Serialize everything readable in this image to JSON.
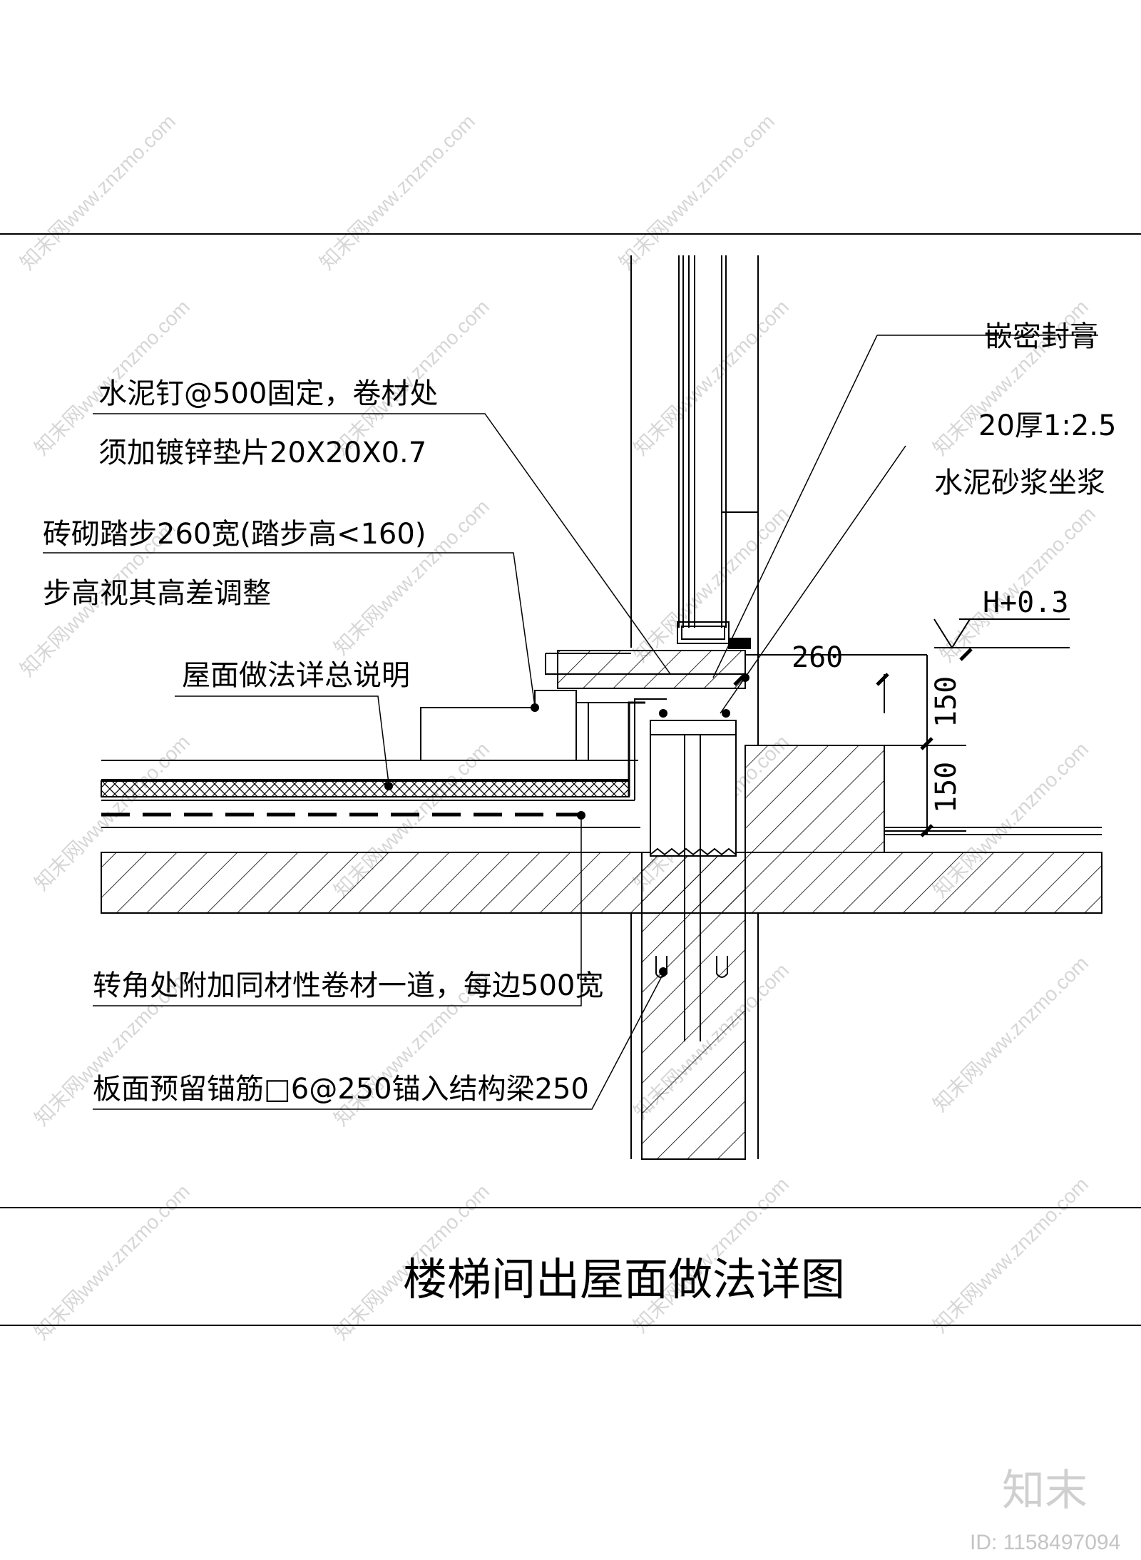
{
  "drawing": {
    "title": "楼梯间出屋面做法详图",
    "labels": {
      "cement_nail_1": "水泥钉@500固定，卷材处",
      "cement_nail_2": "须加镀锌垫片20X20X0.7",
      "brick_step_1": "砖砌踏步260宽(踏步高<160)",
      "brick_step_2": "步高视其高差调整",
      "roof_spec": "屋面做法详总说明",
      "sealant": "嵌密封膏",
      "mortar_1": "20厚1:2.5",
      "mortar_2": "水泥砂浆坐浆",
      "corner_membrane": "转角处附加同材性卷材一道，每边500宽",
      "anchor_bar": "板面预留锚筋□6@250锚入结构梁250"
    },
    "dimensions": {
      "step_width": "260",
      "step_height_upper": "150",
      "step_height_lower": "150",
      "elevation": "H+0.3"
    }
  },
  "watermark": {
    "text": "知末网www.znzmo.com",
    "logo": "知末",
    "image_id": "ID: 1158497094"
  }
}
